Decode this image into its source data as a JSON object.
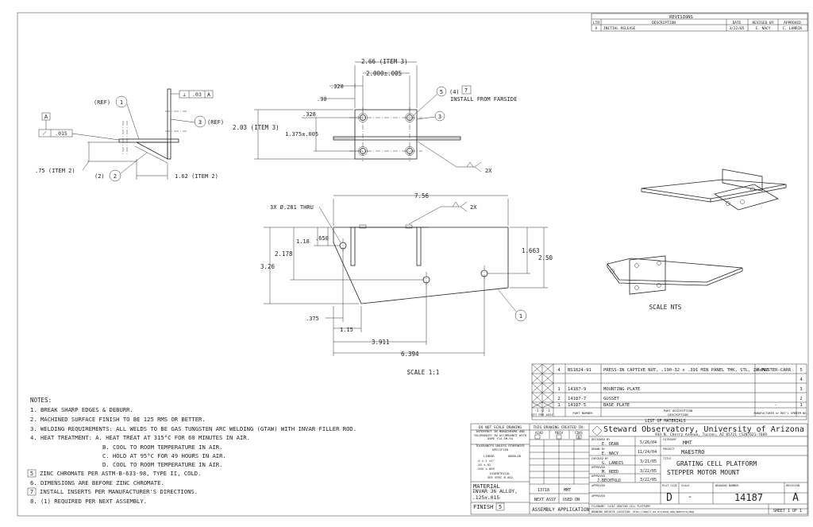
{
  "revisions": {
    "header": "REVISIONS",
    "cols": [
      "LTR",
      "DESCRIPTION",
      "DATE",
      "REVISED BY",
      "APPROVED"
    ],
    "row": [
      "A",
      "INITIAL RELEASE",
      "3/22/05",
      "E. NACY",
      "C. LANRIK"
    ]
  },
  "top_view": {
    "dim_266": "2.66 (ITEM 3)",
    "dim_2000": "2.000±.005",
    "dim_328a": ".328",
    "dim_90": ".90",
    "dim_328b": ".328",
    "dim_203": "2.03 (ITEM 3)",
    "dim_1375": "1.375±.005",
    "note5": "(4)",
    "note7": "INSTALL FROM FARSIDE",
    "bal5": "5",
    "bal7": "7",
    "bal3": "3",
    "weld2x": "2X"
  },
  "side_view": {
    "ref1": "(REF)",
    "bal1": "1",
    "datumA": "A",
    "fcf_sym": "⟋",
    "fcf_val": ".015",
    "fcf2_val": ".03",
    "fcf2_ref": "A",
    "bal3": "3",
    "ref3": "(REF)",
    "dim_75": ".75 (ITEM 2)",
    "bal2_txt": "(2)",
    "bal2": "2",
    "dim_162": "1.62 (ITEM 2)"
  },
  "front_view": {
    "dim_756": "7.56",
    "holes": "3X Ø.281 THRU",
    "weld2x": "2X",
    "dim_118": "1.18",
    "dim_650": ".650",
    "dim_2178": "2.178",
    "dim_326": "3.26",
    "dim_1663": "1.663",
    "dim_250": "2.50",
    "dim_375": ".375",
    "dim_115": "1.15",
    "dim_3911": "3.911",
    "dim_6394": "6.394",
    "bal1": "1",
    "scale": "SCALE 1:1"
  },
  "iso": {
    "scale": "SCALE NTS"
  },
  "notes": {
    "title": "NOTES:",
    "items": [
      "1. BREAK SHARP EDGES & DEBURR.",
      "2. MACHINED SURFACE FINISH TO BE 125 RMS OR BETTER.",
      "3. WELDING REQUIREMENTS: ALL WELDS TO BE GAS TUNGSTEN ARC WELDING (GTAW) WITH INVAR FILLER ROD.",
      "4. HEAT TREATMENT: A. HEAT TREAT AT 315°C FOR 60 MINUTES IN AIR.",
      "B. COOL TO ROOM TEMPERATURE IN AIR.",
      "C. HOLD AT 95°C FOR 49 HOURS IN AIR.",
      "D. COOL TO ROOM TEMPERATURE IN AIR.",
      "ZINC CHROMATE PER ASTM-B-633-98, TYPE II, COLD.",
      "6. DIMENSIONS ARE BEFORE ZINC CHROMATE.",
      "INSTALL INSERTS PER MANUFACTURER'S DIRECTIONS.",
      "8. (1) REQUIRED PER NEXT ASSEMBLY."
    ],
    "flag5": "5",
    "flag7": "7"
  },
  "bom": {
    "rows": [
      {
        "qty": "4",
        "part": "BS1824-91",
        "desc": "PRESS-IN CAPTIVE NUT, .190-32 x .391 MIN PANEL THK, STL, Zn-PLT",
        "mfr": "McMASTER-CARR",
        "item": "5"
      },
      {
        "qty": "",
        "part": "",
        "desc": "",
        "mfr": "",
        "item": "4"
      },
      {
        "qty": "1",
        "part": "14187-9",
        "desc": "MOUNTING PLATE",
        "mfr": "",
        "item": "3"
      },
      {
        "qty": "2",
        "part": "14187-7",
        "desc": "GUSSET",
        "mfr": "",
        "item": "2"
      },
      {
        "qty": "1",
        "part": "14187-5",
        "desc": "BASE PLATE",
        "mfr": "-",
        "item": "1"
      }
    ],
    "h_qty": "QTY PER ASSY",
    "h_part": "PART NUMBER",
    "h_desc": "DESCRIPTION",
    "h_mfr": "MANUFACTURER or MAT'L SPEC",
    "h_item": "ITEM NO.",
    "h_dash": "-1 -2 -3",
    "h_partsdesc": "PART DESCRIPTION",
    "title": "LIST OF MATERIALS"
  },
  "title_block": {
    "scale_note": "DO NOT SCALE DRAWING",
    "interpret": "INTERPRET IN MONOCHROME AND TOLERANCES IN ACCORDANCE WITH ASME Y14.5M-94",
    "tolerances": "TOLERANCES UNLESS OTHERWISE SPECIFIED",
    "linear": "LINEAR",
    "angular": "ANGULAR",
    "tol_lines": ".X ±.1   ±1°",
    ".XX": ".XX ±.02",
    "xxx": ".XXX ±.005",
    "diametral": "DIAMETRICAL",
    "see_spec": "SEE SPEC B-002",
    "material_label": "MATERIAL",
    "material": "INVAR 36 ALLOY, .125±.015",
    "finish_label": "FINISH",
    "finish_flag": "5",
    "created_in": "THIS DRAWING CREATED IN:",
    "acad": "ACAD",
    "mech": "MECH",
    "cdas": "CDAS",
    "cdas_x": "X",
    "part_13718": "13718",
    "mmt": "MMT",
    "next_assy": "NEXT ASSY",
    "used_on": "USED ON",
    "assembly_app": "ASSEMBLY APPLICATION",
    "org": "Steward Observatory, University of Arizona",
    "address": "933 N. Cherry Avenue, Tucson, AZ 85721  (520)621-7669",
    "designed_by_lbl": "DESIGNED BY",
    "designed_by": "E. DEAN",
    "designed_date": "5/26/04",
    "drawn_by_lbl": "DRAWN BY",
    "drawn_by": "E. NACY",
    "drawn_date": "11/24/04",
    "checked_lbl": "CHECKED BY",
    "checked_by": "G. LANDIS",
    "checked_date": "3/21/05",
    "approved1_lbl": "APPROVED",
    "approved1": "M. REED",
    "approved1_date": "3/22/05",
    "approved2_lbl": "APPROVED",
    "approved2": "J.BECHTOLD",
    "approved2_date": "3/22/05",
    "approved3_lbl": "APPROVED",
    "category_lbl": "CATEGORY",
    "category": "MMT",
    "project_lbl": "PROJECT",
    "project": "MAESTRO",
    "title_lbl": "TITLE",
    "title1": "GRATING CELL PLATFORM",
    "title2": "STEPPER MOTOR MOUNT",
    "approved_lbl": "APPROVED",
    "plot_size_lbl": "PLOT SIZE",
    "plot_size": "D",
    "scale_lbl": "SCALE",
    "scale": "-",
    "dwg_no_lbl": "DRAWING NUMBER",
    "dwg_no": "14187",
    "rev_lbl": "REVISION",
    "rev": "A",
    "sheet": "SHEET 1 OF 1",
    "filename_lbl": "FILENAME: 14187 GRATING CELL PLATFORM",
    "archive_lbl": "DRAWING ARCHIVE LOCATION: http://abell.as.arizona.edu/maestro/dwg"
  }
}
